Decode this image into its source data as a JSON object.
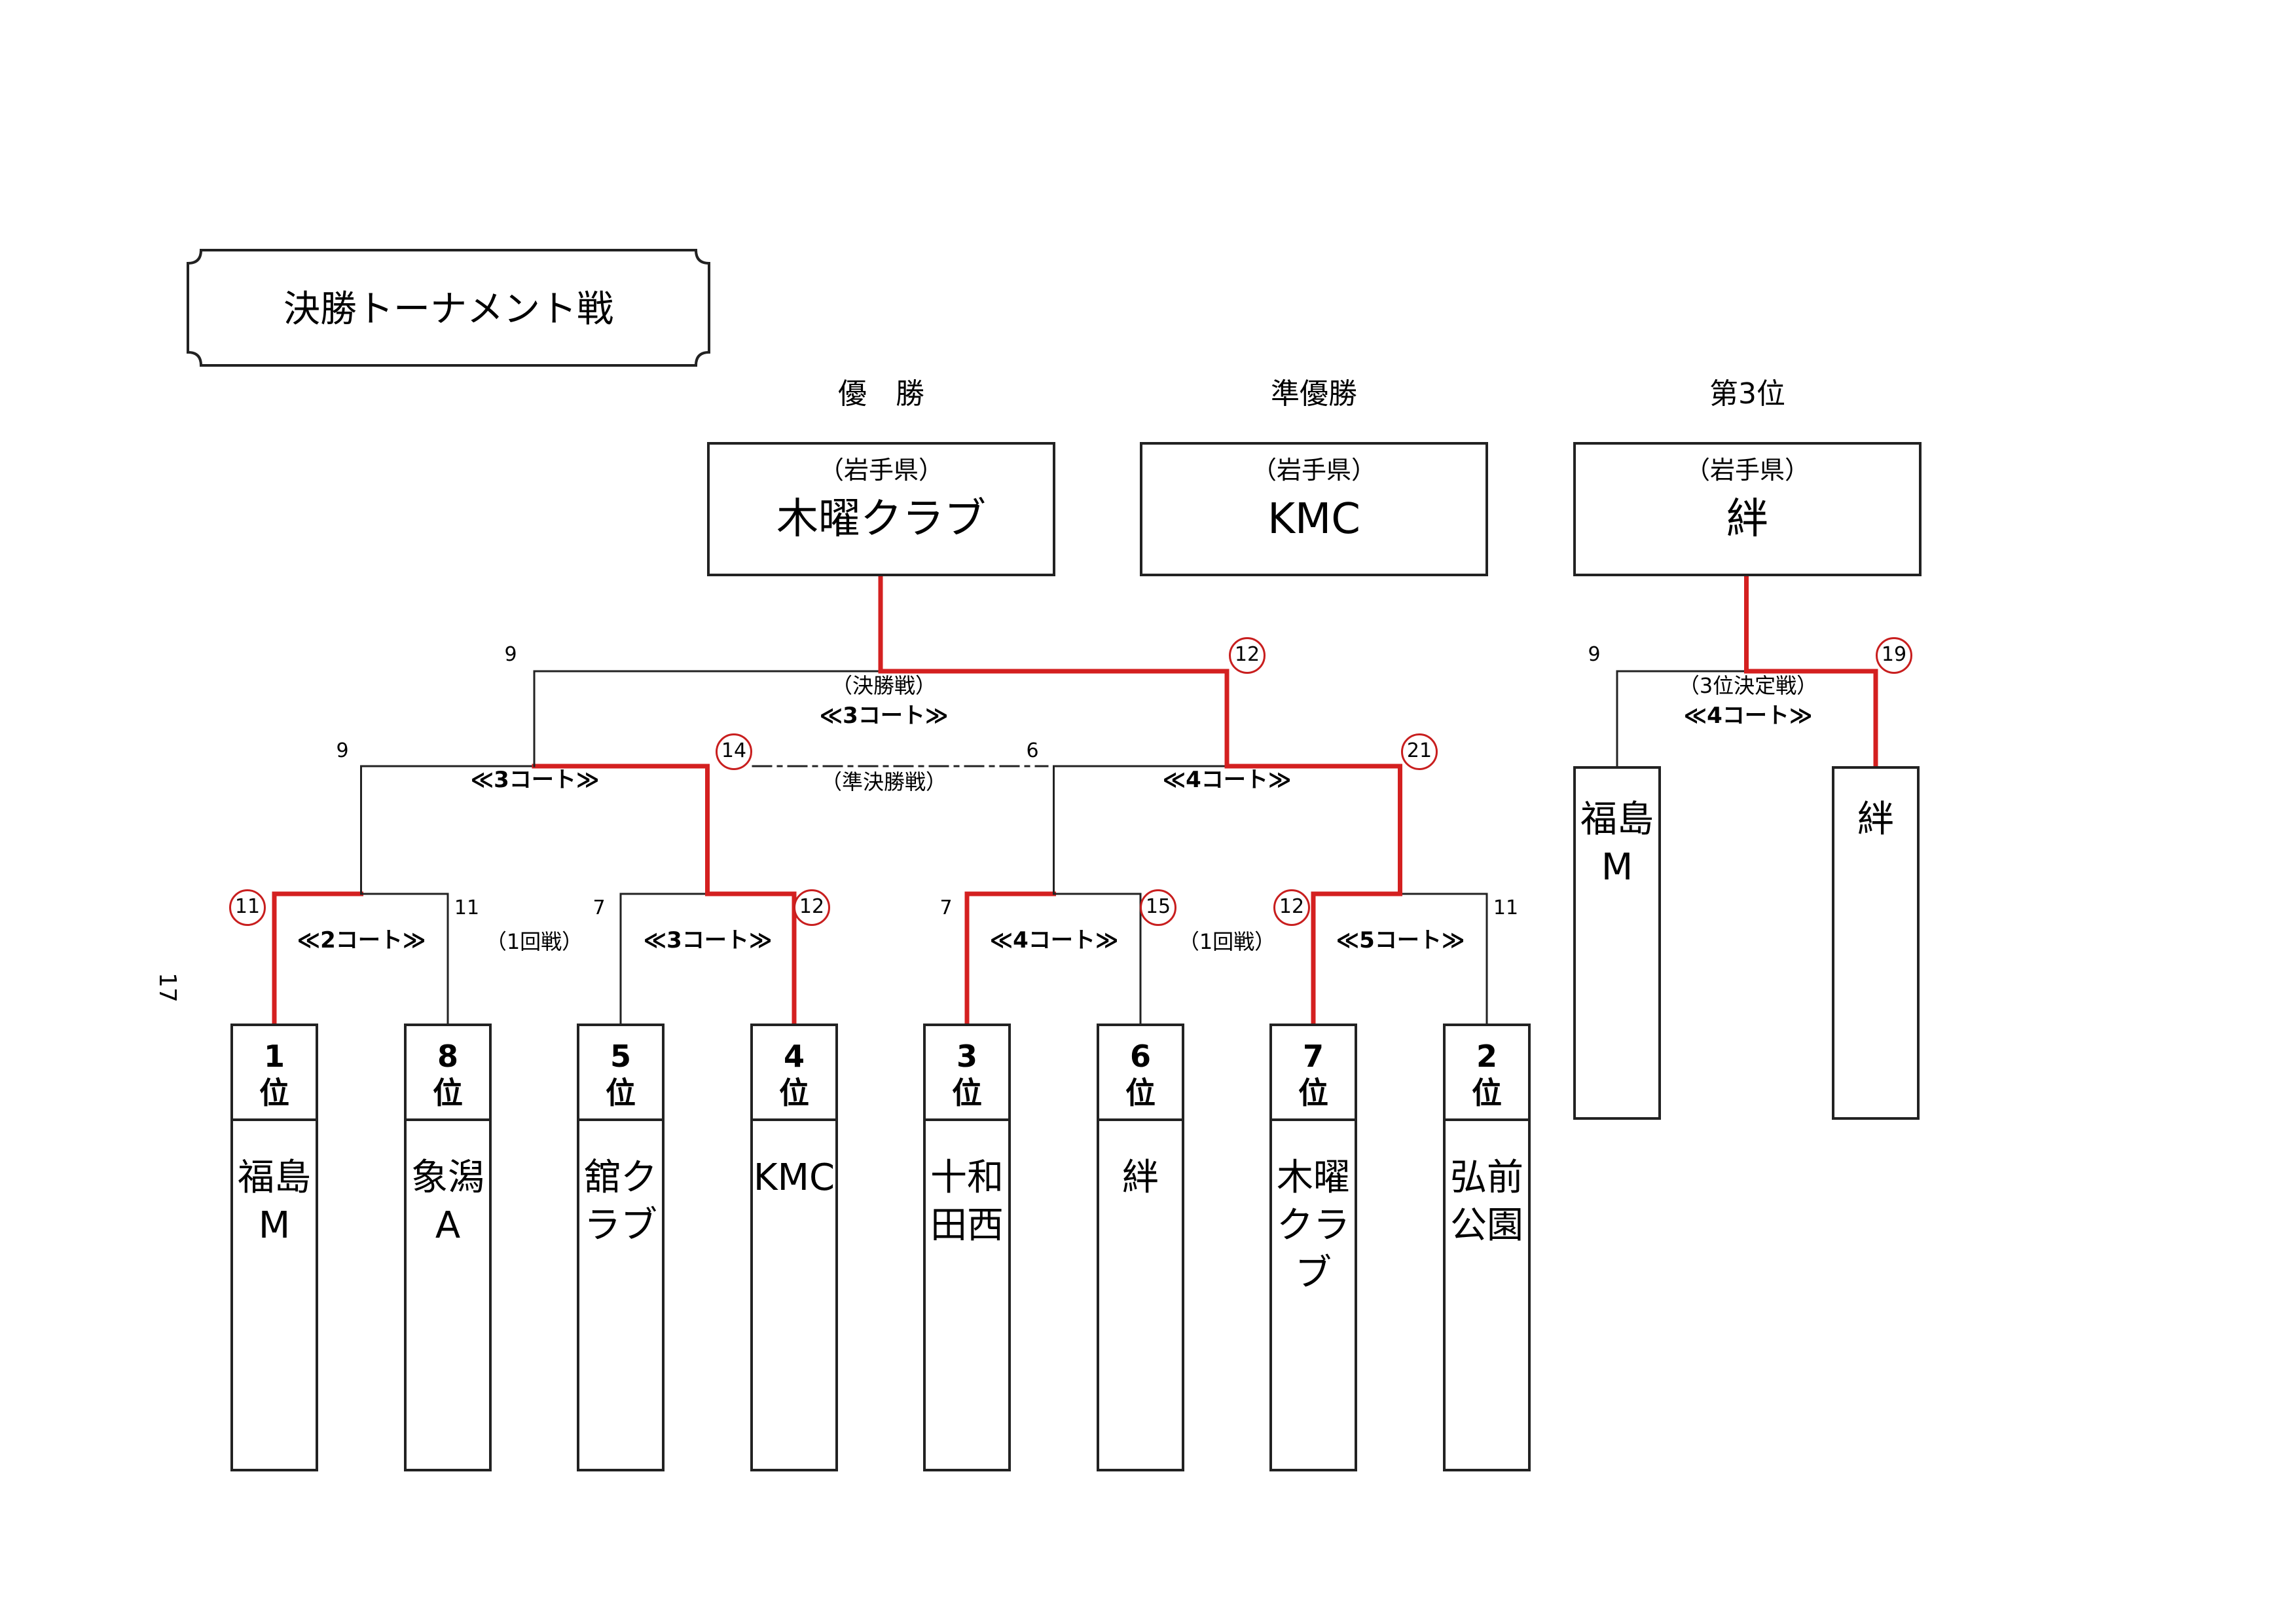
{
  "title": "決勝トーナメント戦",
  "page_number": "17",
  "colors": {
    "winner": "#d42020",
    "loser": "#222222"
  },
  "podium": [
    {
      "heading": "優　勝",
      "region": "（岩手県）",
      "team": "木曜クラブ"
    },
    {
      "heading": "準優勝",
      "region": "（岩手県）",
      "team": "KMC"
    },
    {
      "heading": "第3位",
      "region": "（岩手県）",
      "team": "絆"
    }
  ],
  "teams": [
    {
      "rank": "1\n位",
      "name": "福島M"
    },
    {
      "rank": "8\n位",
      "name": "象潟A"
    },
    {
      "rank": "5\n位",
      "name": "舘クラブ"
    },
    {
      "rank": "4\n位",
      "name": "KMC"
    },
    {
      "rank": "3\n位",
      "name": "十和田西"
    },
    {
      "rank": "6\n位",
      "name": "絆"
    },
    {
      "rank": "7\n位",
      "name": "木曜クラブ"
    },
    {
      "rank": "2\n位",
      "name": "弘前公園"
    }
  ],
  "third_place_teams": [
    {
      "name": "福島M"
    },
    {
      "name": "絆"
    }
  ],
  "first_round": {
    "label": "（1回戦）",
    "matches": [
      {
        "court": "≪2コート≫",
        "score_left": "11",
        "score_right": "11",
        "winner": "left"
      },
      {
        "court": "≪3コート≫",
        "score_left": "7",
        "score_right": "12",
        "winner": "right"
      },
      {
        "court": "≪4コート≫",
        "score_left": "7",
        "score_right": "15",
        "winner": "left"
      },
      {
        "court": "≪5コート≫",
        "score_left": "12",
        "score_right": "11",
        "winner": "left"
      }
    ]
  },
  "semi_final": {
    "label": "（準決勝戦）",
    "matches": [
      {
        "court": "≪3コート≫",
        "score_left": "9",
        "score_right": "14",
        "winner": "right"
      },
      {
        "court": "≪4コート≫",
        "score_left": "6",
        "score_right": "21",
        "winner": "right"
      }
    ]
  },
  "final": {
    "label": "（決勝戦）",
    "court": "≪3コート≫",
    "score_left": "9",
    "score_right": "12",
    "winner": "right"
  },
  "third_place": {
    "label": "（3位決定戦）",
    "court": "≪4コート≫",
    "score_left": "9",
    "score_right": "19",
    "winner": "right"
  }
}
